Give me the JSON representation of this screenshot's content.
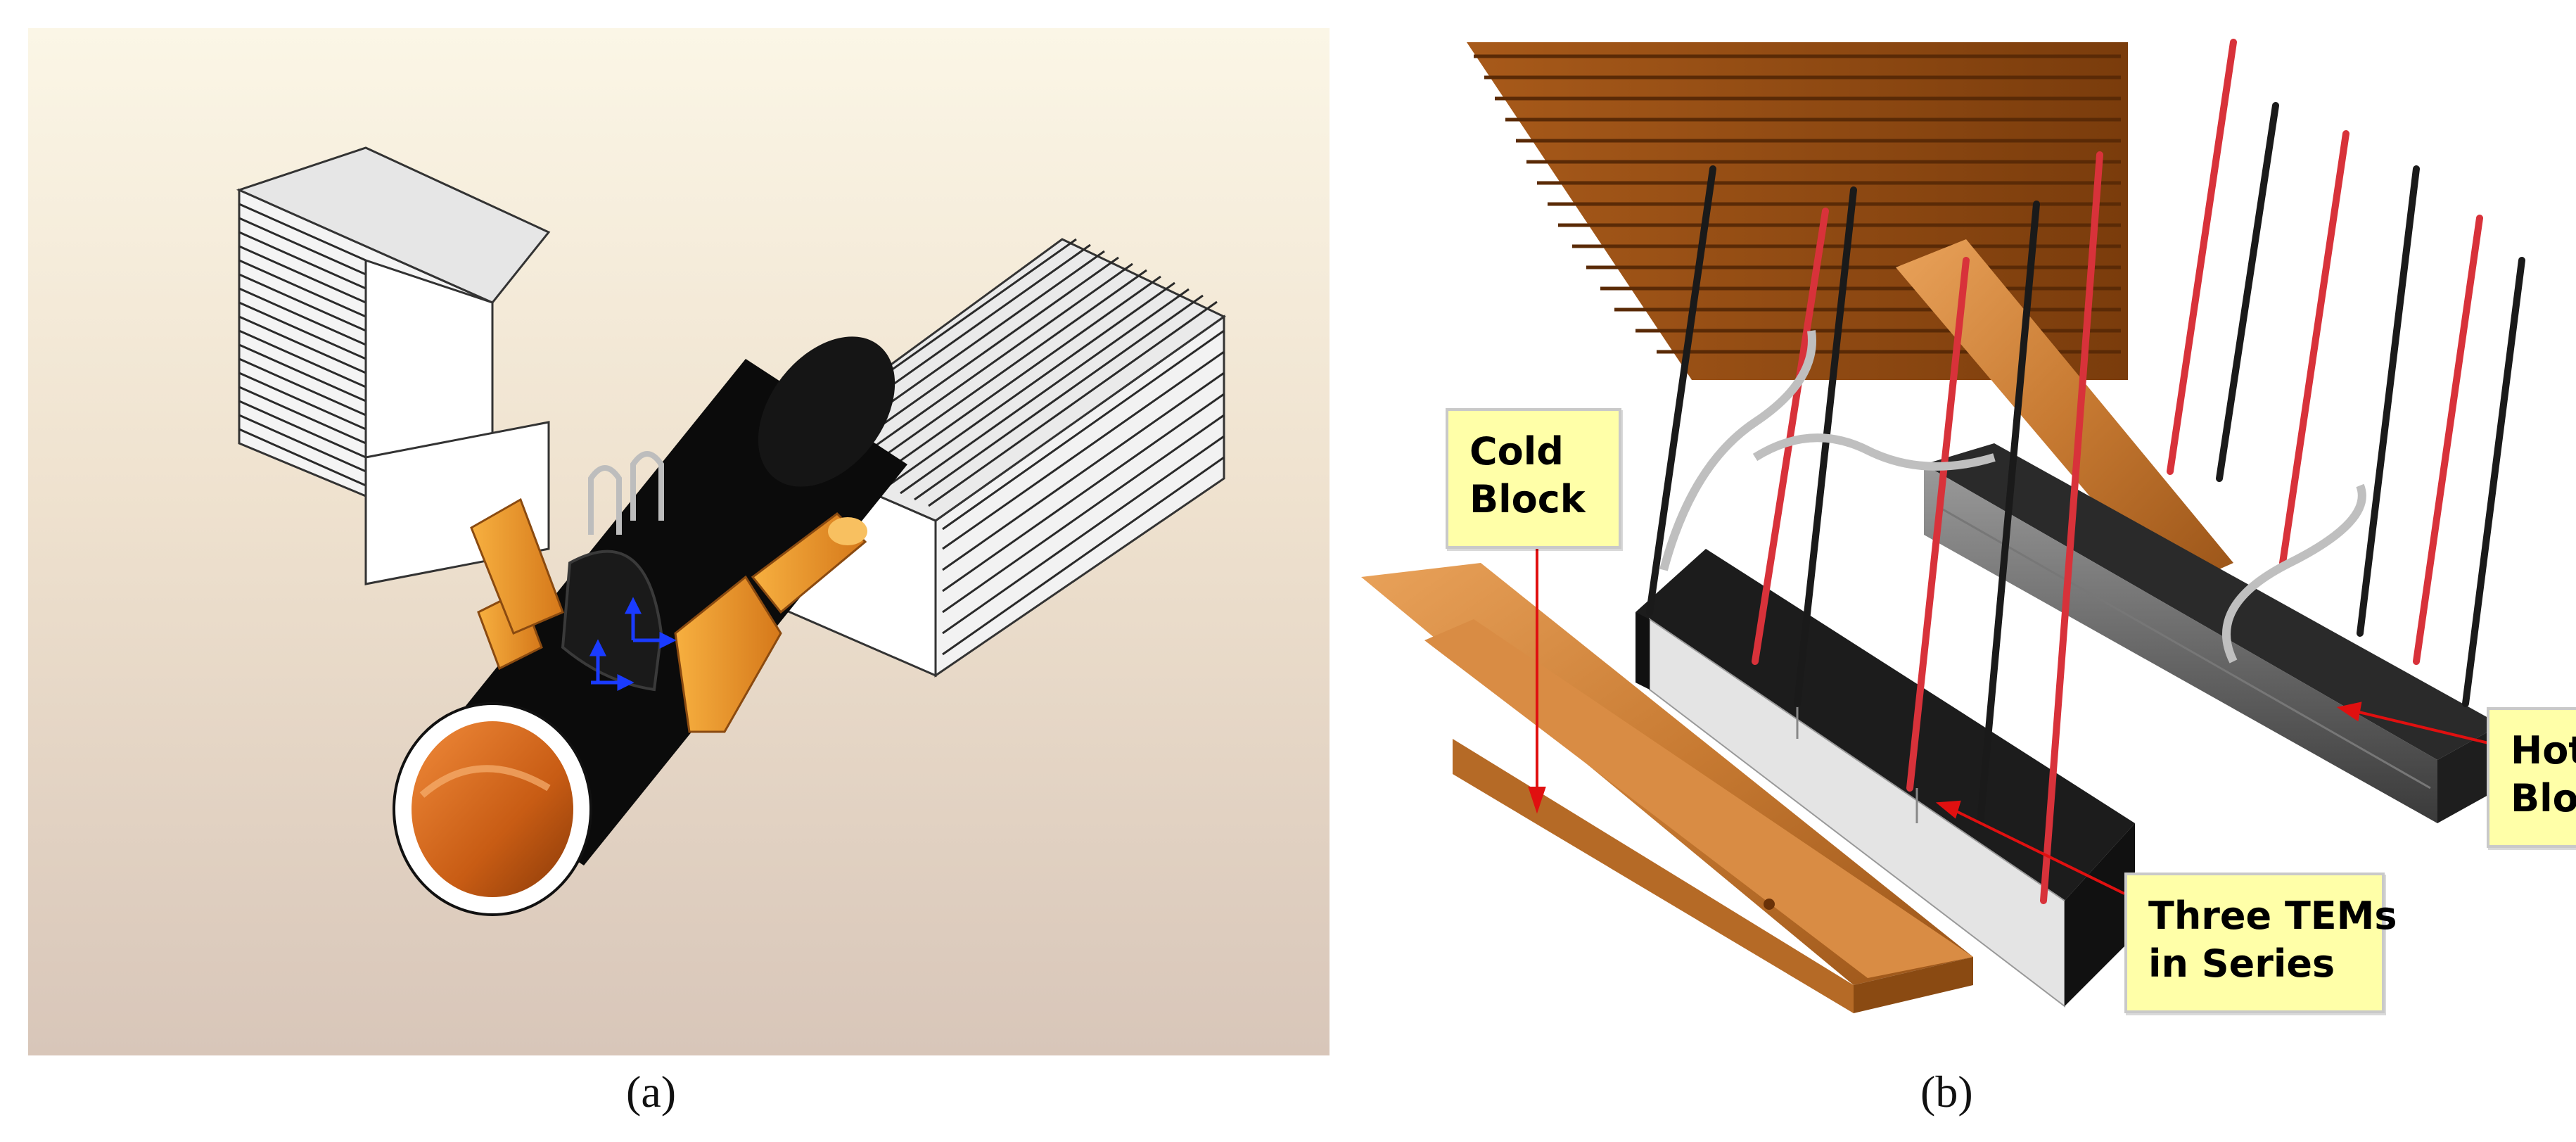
{
  "figure": {
    "panel_a_label": "(a)",
    "panel_b_label": "(b)"
  },
  "callouts": {
    "cold_line1": "Cold",
    "cold_line2": "Block",
    "hot_line1": "Hot",
    "hot_line2": "Block",
    "tems_line1": "Three TEMs",
    "tems_line2": "in Series"
  },
  "colors": {
    "copper": "#cc6a1e",
    "annotation_arrow": "#e01010",
    "callout_fill": "#ffffa8"
  }
}
